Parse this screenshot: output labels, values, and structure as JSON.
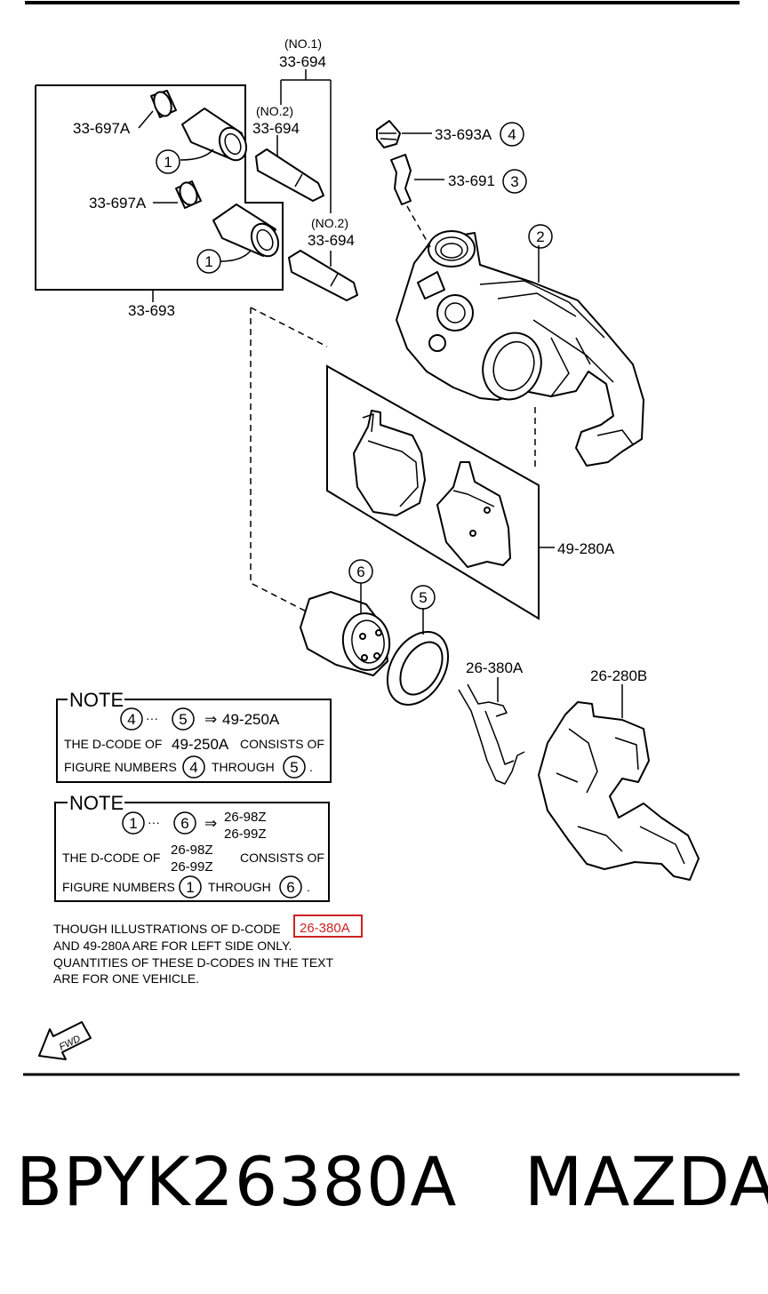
{
  "labels": {
    "no1": "(NO.1)",
    "p33_694_a": "33-694",
    "no2_a": "(NO.2)",
    "p33_694_b": "33-694",
    "no2_b": "(NO.2)",
    "p33_694_c": "33-694",
    "p33_697A_a": "33-697A",
    "p33_697A_b": "33-697A",
    "p33_693": "33-693",
    "p33_693A": "33-693A",
    "p33_691": "33-691",
    "p49_280A": "49-280A",
    "p26_380A": "26-380A",
    "p26_280B": "26-280B"
  },
  "callouts": {
    "c1a": "1",
    "c1b": "1",
    "c2": "2",
    "c3": "3",
    "c4": "4",
    "c5": "5",
    "c6": "6"
  },
  "note1": {
    "title": "NOTE",
    "from": "4",
    "dots": "···",
    "to": "5",
    "arrow": "⇒",
    "code": "49-250A",
    "line1a": "THE D-CODE OF",
    "line1b": "49-250A",
    "line1c": "CONSISTS OF",
    "line2a": "FIGURE NUMBERS",
    "line2b": "THROUGH",
    "line2c": "."
  },
  "note2": {
    "title": "NOTE",
    "from": "1",
    "dots": "···",
    "to": "6",
    "arrow": "⇒",
    "code1": "26-98Z",
    "code2": "26-99Z",
    "line1a": "THE D-CODE OF",
    "line1b": "26-98Z",
    "line1c": "26-99Z",
    "line1d": "CONSISTS OF",
    "line2a": "FIGURE NUMBERS",
    "line2b": "THROUGH",
    "line2c": "."
  },
  "footnote": {
    "line1a": "THOUGH ILLUSTRATIONS OF D-CODE",
    "line1b": "26-380A",
    "line2": "AND 49-280A ARE FOR LEFT SIDE ONLY.",
    "line3": "QUANTITIES OF THESE D-CODES IN THE TEXT",
    "line4": "ARE FOR ONE VEHICLE."
  },
  "fwd_label": "FWD",
  "caption": {
    "part_number": "BPYK26380A",
    "brand": "MAZDA"
  },
  "colors": {
    "highlight": "#cc2222",
    "ink": "#000000"
  }
}
